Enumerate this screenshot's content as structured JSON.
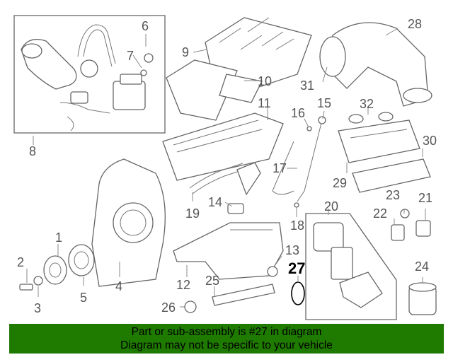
{
  "callouts": {
    "c1": "1",
    "c2": "2",
    "c3": "3",
    "c4": "4",
    "c5": "5",
    "c6": "6",
    "c7": "7",
    "c8": "8",
    "c9": "9",
    "c10": "10",
    "c11": "11",
    "c12": "12",
    "c13": "13",
    "c14": "14",
    "c15": "15",
    "c16": "16",
    "c17": "17",
    "c18": "18",
    "c19": "19",
    "c20": "20",
    "c21": "21",
    "c22": "22",
    "c23": "23",
    "c24": "24",
    "c25": "25",
    "c26": "26",
    "c27": "27",
    "c28": "28",
    "c29": "29",
    "c30": "30",
    "c31": "31",
    "c32": "32"
  },
  "highlighted_part": "27",
  "banner": {
    "line1": "Part or sub-assembly is #27 in diagram",
    "line2": "Diagram may not be specific to your vehicle"
  },
  "colors": {
    "banner_bg": "#1f7a00",
    "line_art": "#666666"
  }
}
